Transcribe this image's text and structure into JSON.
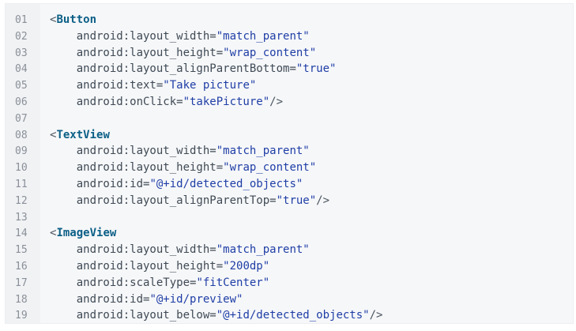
{
  "code_lines": [
    {
      "num": "01",
      "kind": "open",
      "lt": "<",
      "tag": "Button"
    },
    {
      "num": "02",
      "kind": "attr",
      "attr": "android:layout_width=",
      "value": "\"match_parent\"",
      "end": ""
    },
    {
      "num": "03",
      "kind": "attr",
      "attr": "android:layout_height=",
      "value": "\"wrap_content\"",
      "end": ""
    },
    {
      "num": "04",
      "kind": "attr",
      "attr": "android:layout_alignParentBottom=",
      "value": "\"true\"",
      "end": ""
    },
    {
      "num": "05",
      "kind": "attr",
      "attr": "android:text=",
      "value": "\"Take picture\"",
      "end": ""
    },
    {
      "num": "06",
      "kind": "attr",
      "attr": "android:onClick=",
      "value": "\"takePicture\"",
      "end": "/>"
    },
    {
      "num": "07",
      "kind": "blank"
    },
    {
      "num": "08",
      "kind": "open",
      "lt": "<",
      "tag": "TextView"
    },
    {
      "num": "09",
      "kind": "attr",
      "attr": "android:layout_width=",
      "value": "\"match_parent\"",
      "end": ""
    },
    {
      "num": "10",
      "kind": "attr",
      "attr": "android:layout_height=",
      "value": "\"wrap_content\"",
      "end": ""
    },
    {
      "num": "11",
      "kind": "attr",
      "attr": "android:id=",
      "value": "\"@+id/detected_objects\"",
      "end": ""
    },
    {
      "num": "12",
      "kind": "attr",
      "attr": "android:layout_alignParentTop=",
      "value": "\"true\"",
      "end": "/>"
    },
    {
      "num": "13",
      "kind": "blank"
    },
    {
      "num": "14",
      "kind": "open",
      "lt": "<",
      "tag": "ImageView"
    },
    {
      "num": "15",
      "kind": "attr",
      "attr": "android:layout_width=",
      "value": "\"match_parent\"",
      "end": ""
    },
    {
      "num": "16",
      "kind": "attr",
      "attr": "android:layout_height=",
      "value": "\"200dp\"",
      "end": ""
    },
    {
      "num": "17",
      "kind": "attr",
      "attr": "android:scaleType=",
      "value": "\"fitCenter\"",
      "end": ""
    },
    {
      "num": "18",
      "kind": "attr",
      "attr": "android:id=",
      "value": "\"@+id/preview\"",
      "end": ""
    },
    {
      "num": "19",
      "kind": "attr",
      "attr": "android:layout_below=",
      "value": "\"@+id/detected_objects\"",
      "end": "/>"
    }
  ]
}
